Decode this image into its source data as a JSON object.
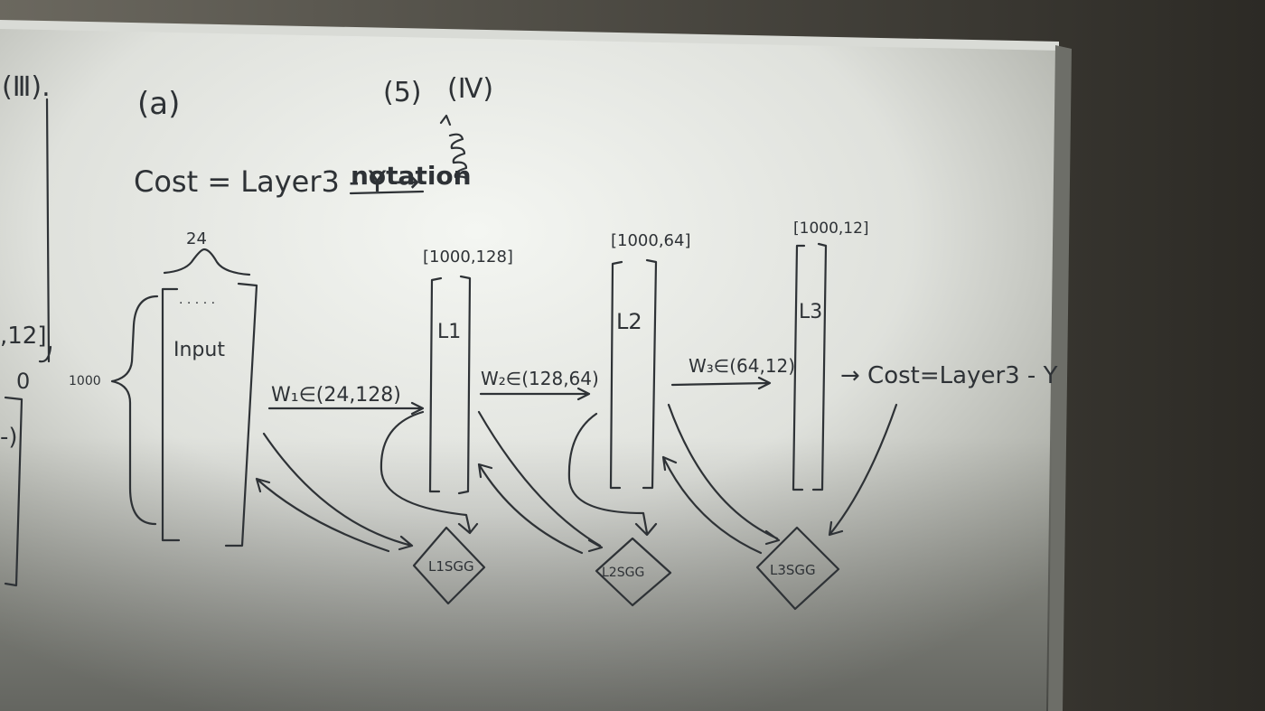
{
  "board": {
    "labels": {
      "roman_three": "(Ⅲ).",
      "part_a": "(a)",
      "part_5": "(5)",
      "roman_four": "(Ⅳ)",
      "cost_eq": "Cost = Layer3 - Y →",
      "notation": "notation",
      "left_12": ",12]",
      "left_zero": "0",
      "left_paren": "-)",
      "rows_1000": "1000",
      "width_24": "24",
      "dots": ". . . . .",
      "input": "Input",
      "l1_shape": "[1000,128]",
      "l1": "L1",
      "l2_shape": "[1000,64]",
      "l2": "L2",
      "l3_shape": "[1000,12]",
      "l3": "L3",
      "w1": "W₁∈(24,128)",
      "w2": "W₂∈(128,64)",
      "w3": "W₃∈(64,12)",
      "cost_right": "→ Cost=Layer3 - Y",
      "sgg1": "L1SGG",
      "sgg2": "L2SGG",
      "sgg3": "L3SGG"
    }
  },
  "colors": {
    "ink": "#2e3236",
    "board_light": "#f2f4f0",
    "board_shadow": "#8f918a",
    "wall": "#3a3630"
  }
}
